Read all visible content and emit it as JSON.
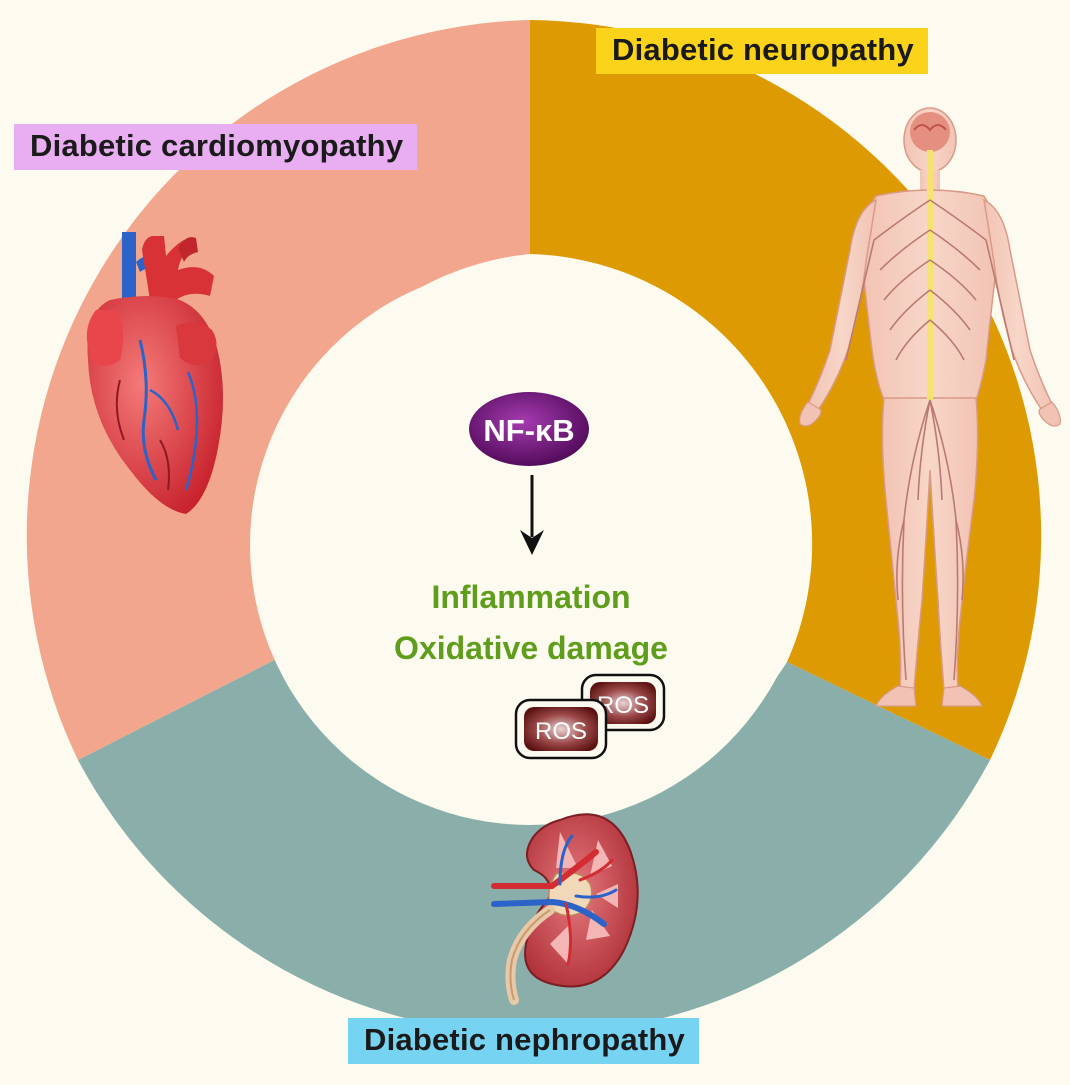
{
  "sections": {
    "neuropathy": {
      "label": "Diabetic neuropathy",
      "label_bg": "#fbd31a",
      "color": "#de9a02"
    },
    "cardiomyopathy": {
      "label": "Diabetic cardiomyopathy",
      "label_bg": "#e9aef2",
      "color": "#f2a68e"
    },
    "nephropathy": {
      "label": "Diabetic nephropathy",
      "label_bg": "#76d3f2",
      "color": "#8aafaa"
    }
  },
  "center": {
    "nfkb": "NF-κB",
    "effects": [
      "Inflammation",
      "Oxidative damage"
    ],
    "ros": [
      "ROS",
      "ROS"
    ],
    "effect_color": "#5f9e1c",
    "nfkb_color": "#6a0e73"
  },
  "icons": [
    "heart-icon",
    "nervous-system-icon",
    "kidney-icon",
    "arrow-down-icon"
  ],
  "background": "#fdfbef"
}
